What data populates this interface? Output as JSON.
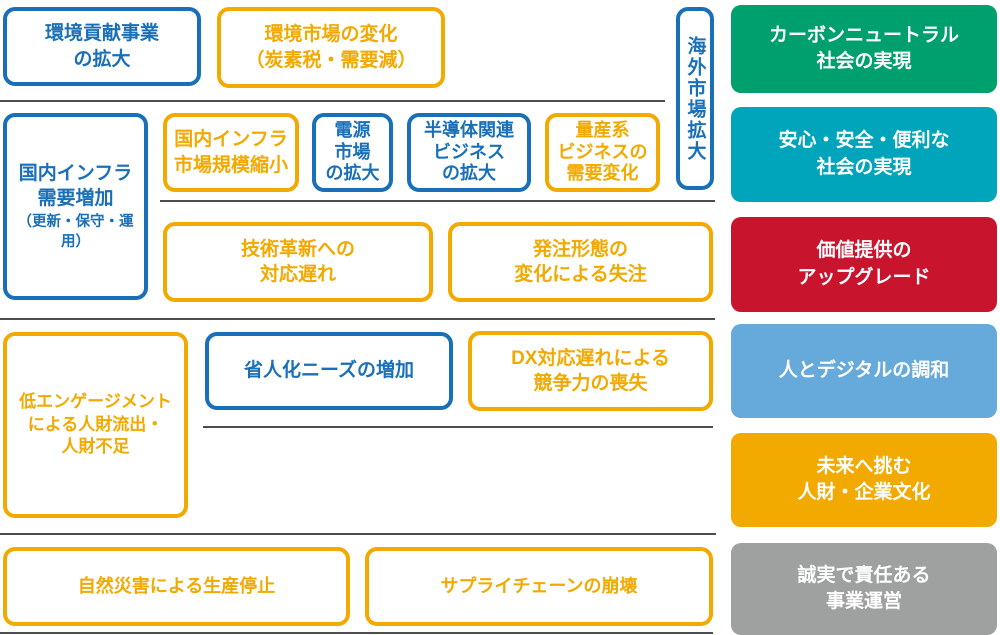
{
  "diagram_title": "risk-opportunity-materiality-map",
  "boxes": {
    "env_business": "環境貢献事業\nの拡大",
    "env_market": "環境市場の変化\n（炭素税・需要減）",
    "overseas_market": "海外市場拡大",
    "domestic_infra_demand": "国内インフラ\n需要増加",
    "domestic_infra_demand_note": "（更新・保守・運用）",
    "domestic_infra_shrink": "国内インフラ\n市場規模縮小",
    "power_market": "電源\n市場\nの拡大",
    "semiconductor": "半導体関連\nビジネス\nの拡大",
    "mass_production": "量産系\nビジネスの\n需要変化",
    "tech_innovation_delay": "技術革新への\n対応遅れ",
    "order_form_loss": "発注形態の\n変化による失注",
    "low_engagement": "低エンゲージメント\nによる人財流出・\n人財不足",
    "labor_saving_needs": "省人化ニーズの増加",
    "dx_delay": "DX対応遅れによる\n競争力の喪失",
    "natural_disaster": "自然災害による生産停止",
    "supply_chain_collapse": "サプライチェーンの崩壊"
  },
  "goals": [
    {
      "label": "カーボンニュートラル\n社会の実現",
      "color": "#00A06E"
    },
    {
      "label": "安心・安全・便利な\n社会の実現",
      "color": "#00A5BC"
    },
    {
      "label": "価値提供の\nアップグレード",
      "color": "#C9142E"
    },
    {
      "label": "人とデジタルの調和",
      "color": "#66AADC"
    },
    {
      "label": "未来へ挑む\n人財・企業文化",
      "color": "#F2A900"
    },
    {
      "label": "誠実で責任ある\n事業運営",
      "color": "#9FA0A0"
    }
  ],
  "palette": {
    "opportunity_blue": "#1A70B8",
    "risk_orange": "#F2A900",
    "divider_gray": "#4D4D4D",
    "background": "#FFFFFF"
  }
}
